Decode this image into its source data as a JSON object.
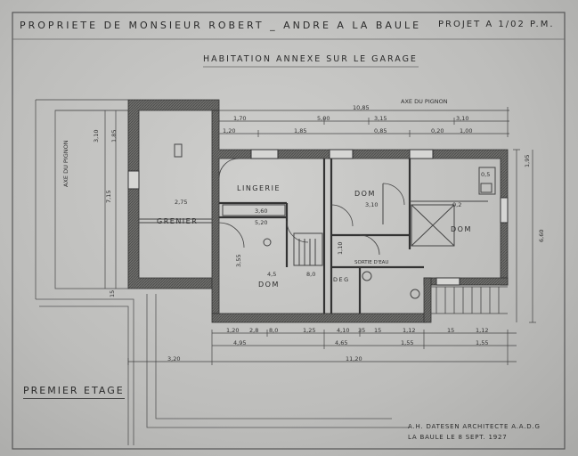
{
  "header": {
    "owner": "PROPRIETE   DE   MONSIEUR   ROBERT _ ANDRE   A   LA  BAULE",
    "project": "PROJET  A  1/02 P.M.",
    "subtitle": "HABITATION  ANNEXE  SUR  LE  GARAGE"
  },
  "plan": {
    "axis_label": "AXE DU PIGNON",
    "axis_label_left": "AXE DU PIGNON",
    "rooms": {
      "lingerie": "LINGERIE",
      "grenier": "GRENIER",
      "dom_top": "DOM",
      "dom_right": "DOM",
      "dom_bottom": "DOM",
      "deg": "DEG",
      "water": "SORTIE D'EAU"
    },
    "dims_top": [
      "10,85",
      "1,70",
      "5,00",
      "3,15",
      "3,10",
      "1,20",
      "1,85",
      "0,85",
      "0,20",
      "1,00"
    ],
    "dims_bottom": [
      "1,20",
      "2,8",
      "8,0",
      "1,25",
      "4,10",
      "35",
      "15",
      "1,12",
      "15",
      "1,12",
      "4,95",
      "4,65",
      "1,55",
      "1,55"
    ],
    "dims_overall": [
      "3,20",
      "11,20"
    ],
    "dims_right": [
      "1,95",
      "6,60"
    ],
    "dims_left": [
      "3,10",
      "1,85",
      "7,15",
      "15"
    ],
    "dims_interior": [
      "0,5",
      "3,60",
      "2,75",
      "3,10",
      "0,2",
      "5,20",
      "3,55",
      "4,5",
      "8,0",
      "1,10"
    ]
  },
  "footer": {
    "level": "PREMIER   ETAGE",
    "architect": "A.H. DATESEN  ARCHITECTE  A.A.D.G",
    "place_date": "LA  BAULE  LE  8  SEPT.  1927"
  }
}
